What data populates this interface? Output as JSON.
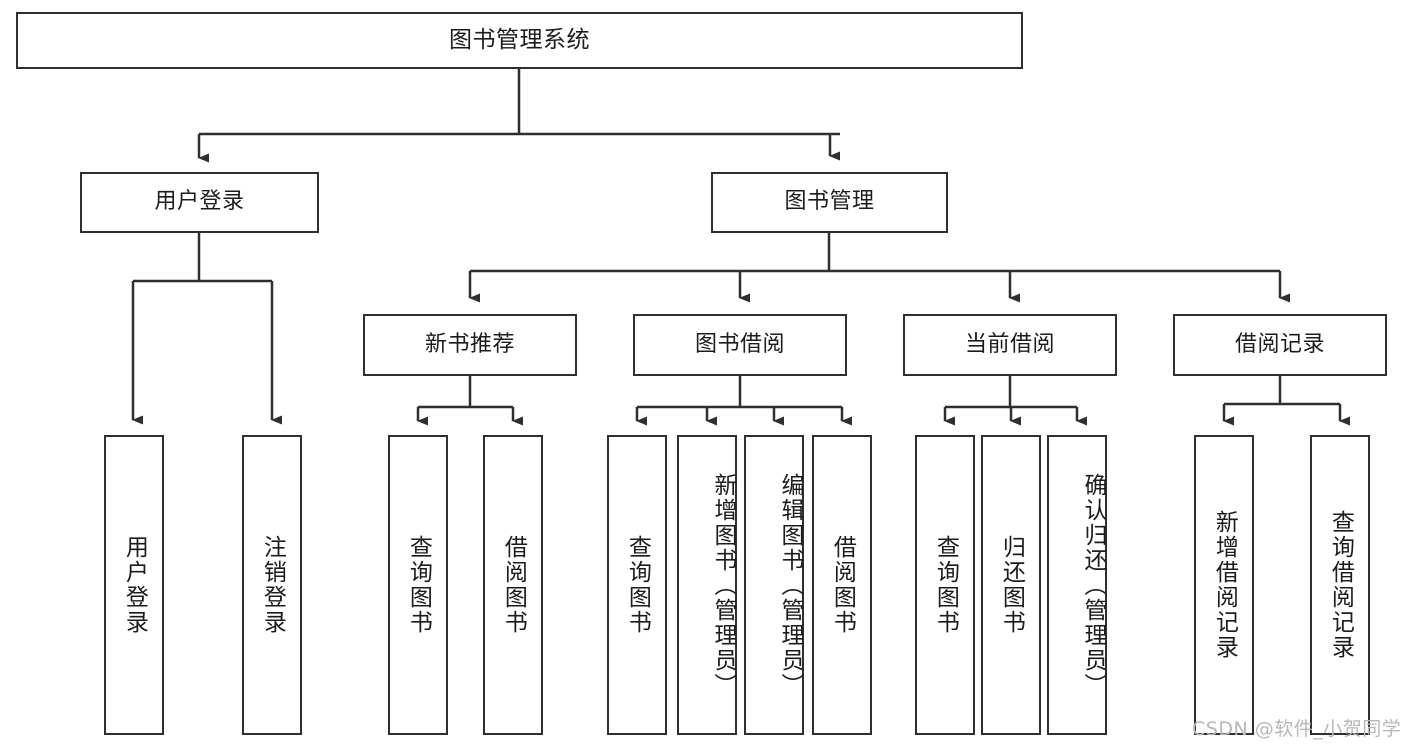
{
  "diagram": {
    "title": "图书管理系统",
    "type": "tree",
    "watermark": "CSDN @软件_小贺同学",
    "colors": {
      "stroke": "#2f2f2f",
      "fill": "#ffffff",
      "text": "#1c1c1c",
      "watermark": "#b8b8b8"
    },
    "nodes": {
      "root": {
        "label": "图书管理系统",
        "level": 0
      },
      "user_login": {
        "label": "用户登录",
        "level": 1
      },
      "book_manage": {
        "label": "图书管理",
        "level": 1
      },
      "new_book_rec": {
        "label": "新书推荐",
        "level": 2
      },
      "book_borrow": {
        "label": "图书借阅",
        "level": 2
      },
      "current_borrow": {
        "label": "当前借阅",
        "level": 2
      },
      "borrow_record": {
        "label": "借阅记录",
        "level": 2
      },
      "leaf_user_login": {
        "label": "用户登录",
        "level": 3
      },
      "leaf_logout": {
        "label": "注销登录",
        "level": 3
      },
      "leaf_query_book_1": {
        "label": "查询图书",
        "level": 3
      },
      "leaf_borrow_book_1": {
        "label": "借阅图书",
        "level": 3
      },
      "leaf_query_book_2": {
        "label": "查询图书",
        "level": 3
      },
      "leaf_add_book": {
        "label": "新增图书（管理员）",
        "level": 3
      },
      "leaf_edit_book": {
        "label": "编辑图书（管理员）",
        "level": 3
      },
      "leaf_borrow_book_2": {
        "label": "借阅图书",
        "level": 3
      },
      "leaf_query_book_3": {
        "label": "查询图书",
        "level": 3
      },
      "leaf_return_book": {
        "label": "归还图书",
        "level": 3
      },
      "leaf_confirm_return": {
        "label": "确认归还（管理员）",
        "level": 3
      },
      "leaf_add_record": {
        "label": "新增借阅记录",
        "level": 3
      },
      "leaf_query_record": {
        "label": "查询借阅记录",
        "level": 3
      }
    }
  }
}
